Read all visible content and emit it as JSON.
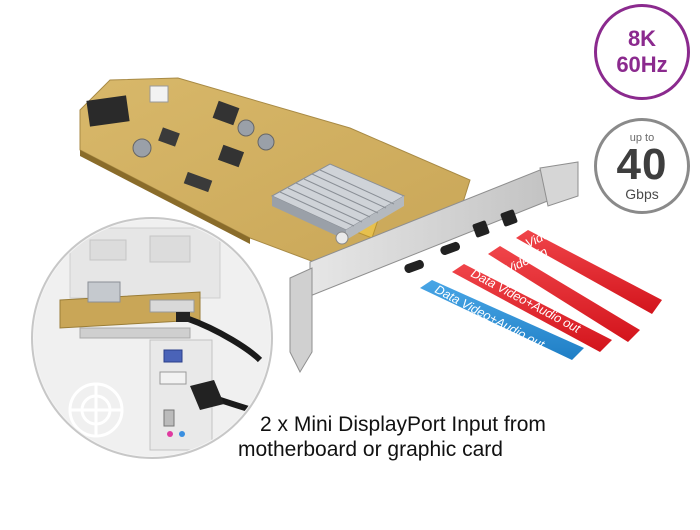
{
  "badges": {
    "resolution": {
      "line1": "8K",
      "line2": "60Hz",
      "color": "#8b2a8e"
    },
    "bandwidth": {
      "prefix": "up to",
      "value": "40",
      "unit": "Gbps",
      "color": "#8a8a8a"
    }
  },
  "cables": [
    {
      "label": "Video in",
      "color": "#e5202a"
    },
    {
      "label": "Video in",
      "color": "#e5202a"
    },
    {
      "label": "Data Video+Audio out",
      "color": "#e5202a"
    },
    {
      "label": "Data Video+Audio out",
      "color": "#2f8fd6"
    }
  ],
  "caption": {
    "line1": "2 x Mini DisplayPort Input from",
    "line2": "motherboard or graphic card"
  }
}
